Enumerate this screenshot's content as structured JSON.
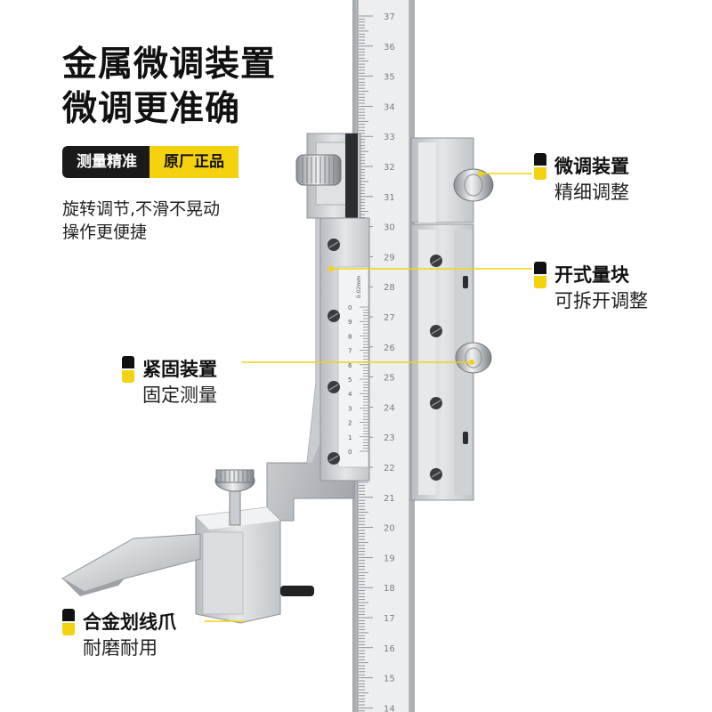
{
  "headline": {
    "line1": "金属微调装置",
    "line2": "微调更准确"
  },
  "badges": {
    "left": "测量精准",
    "right": "原厂正品"
  },
  "description": {
    "line1": "旋转调节,不滑不晃动",
    "line2": "操作更便捷"
  },
  "callouts": [
    {
      "title": "微调装置",
      "subtitle": "精细调整"
    },
    {
      "title": "开式量块",
      "subtitle": "可拆开调整"
    },
    {
      "title": "紧固装置",
      "subtitle": "固定测量"
    },
    {
      "title": "合金划线爪",
      "subtitle": "耐磨耐用"
    }
  ],
  "scale": {
    "main_numbers": [
      "37",
      "36",
      "35",
      "34",
      "33",
      "32",
      "31",
      "30",
      "29",
      "28",
      "27",
      "26",
      "25",
      "24",
      "23",
      "22",
      "21",
      "20",
      "19",
      "18",
      "17",
      "16",
      "15",
      "14"
    ],
    "vernier_numbers": [
      "0",
      "9",
      "8",
      "7",
      "6",
      "5",
      "4",
      "3",
      "2",
      "1",
      "0"
    ],
    "vernier_label": "0.02mm"
  },
  "colors": {
    "accent_yellow": "#f5d20f",
    "dark": "#1a1a1a",
    "steel": "#c9ccd0",
    "leader": "#f5d20f"
  }
}
